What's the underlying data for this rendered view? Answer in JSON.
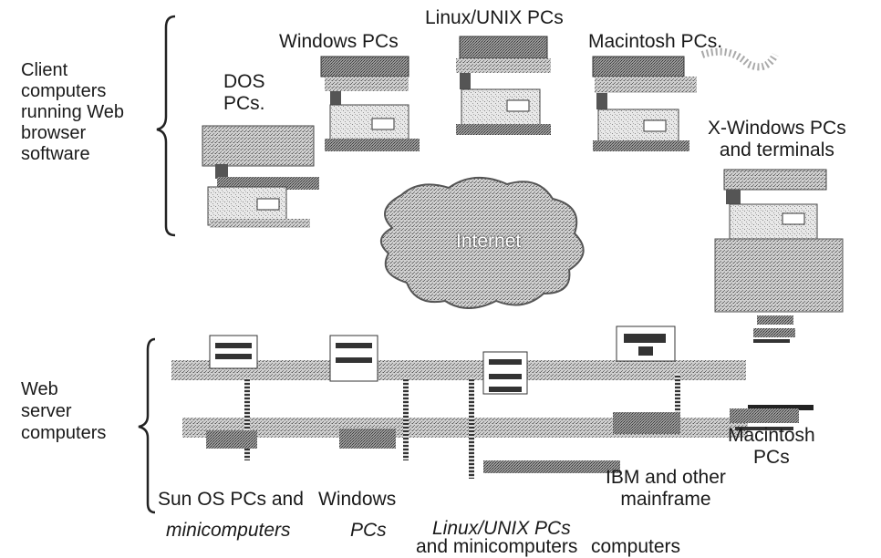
{
  "groups": {
    "clients": "Client\ncomputers\nrunning Web\nbrowser\nsoftware",
    "servers": "Web\nserver\ncomputers"
  },
  "client_labels": {
    "dos": "DOS\nPCs.",
    "windows": "Windows PCs",
    "linux": "Linux/UNIX PCs",
    "mac": "Macintosh PCs.",
    "xwin": "X-Windows PCs\nand terminals"
  },
  "center": {
    "internet": "Internet"
  },
  "server_labels": {
    "sun_line1": "Sun OS PCs and",
    "sun_line2": "minicomputers",
    "windows_line1": "Windows",
    "windows_line2": "PCs",
    "linux_line1": "Linux/UNIX PCs",
    "linux_line2": "and minicomputers",
    "ibm": "IBM and other\nmainframe",
    "ibm_line3": "computers",
    "mac": "Macintosh\nPCs"
  }
}
